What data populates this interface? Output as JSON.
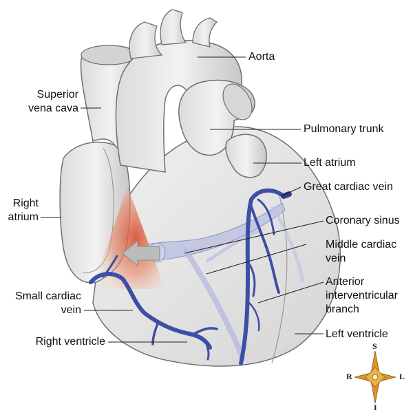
{
  "labels": {
    "aorta": "Aorta",
    "superior_vena_cava": [
      "Superior",
      "vena cava"
    ],
    "pulmonary_trunk": "Pulmonary trunk",
    "left_atrium": "Left atrium",
    "great_cardiac_vein": "Great cardiac vein",
    "right_atrium": [
      "Right",
      "atrium"
    ],
    "coronary_sinus": "Coronary sinus",
    "middle_cardiac_vein": [
      "Middle cardiac",
      "vein"
    ],
    "anterior_interventricular_branch": [
      "Anterior",
      "interventricular",
      "branch"
    ],
    "small_cardiac_vein": [
      "Small cardiac",
      "vein"
    ],
    "right_ventricle": "Right ventricle",
    "left_ventricle": "Left ventricle"
  },
  "compass": {
    "superior": "S",
    "inferior": "I",
    "right": "R",
    "left": "L"
  },
  "colors": {
    "heart": "#e6e5e5",
    "heart_shade": "#c9c8c8",
    "outline": "#6f6f6f",
    "vein": "#3c4fa6",
    "vein_light": "#7c8ccc",
    "sinus_glow": "#d9553b",
    "compass_gold": "#d9962b"
  }
}
